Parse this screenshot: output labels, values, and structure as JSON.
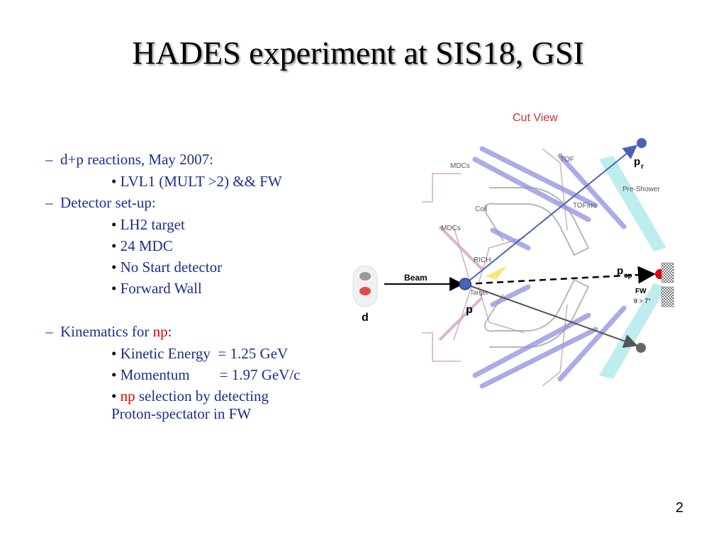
{
  "title": "HADES experiment at SIS18, GSI",
  "page_number": "2",
  "bullets": {
    "item1": "d+p reactions, May 2007:",
    "item1_sub1": "LVL1 (MULT >2) && FW",
    "item2": "Detector set-up:",
    "item2_sub1": "LH2 target",
    "item2_sub2": "24 MDC",
    "item2_sub3": "No Start detector",
    "item2_sub4": "Forward Wall",
    "item3_prefix": "Kinematics for ",
    "item3_np": "np",
    "item3_suffix": ":",
    "item3_sub1": "Kinetic Energy  = 1.25 GeV",
    "item3_sub2": "Momentum        = 1.97 GeV/c",
    "item3_sub3_np": "np",
    "item3_sub3_rest": " selection by detecting",
    "item3_sub3_line2": "Proton-spectator in FW"
  },
  "diagram": {
    "cut_view": "Cut View",
    "beam": "Beam",
    "d_label": "d",
    "p_label": "p",
    "pr_label": "p",
    "pr_sub": "r",
    "psp_label": "p",
    "psp_sub": "sp",
    "tof": "TOF",
    "tofino": "TOFino",
    "pre_shower": "Pre-Shower",
    "mdcs_top": "MDCs",
    "mdcs_mid": "MDCs",
    "coil": "Coil",
    "rich": "RICH",
    "target": "Target",
    "fw": "FW",
    "theta": "θ > 7°"
  }
}
